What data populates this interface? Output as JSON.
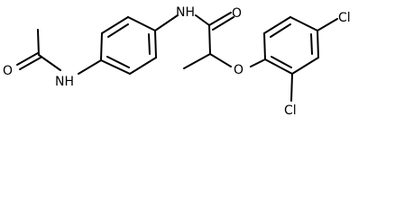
{
  "molecule": {
    "atoms": {
      "o_acetyl": "O",
      "nh_acetamide": "NH",
      "nh_amide": "NH",
      "o_carbonyl": "O",
      "o_ether": "O",
      "cl_top": "Cl",
      "cl_bottom": "Cl"
    },
    "colors": {
      "bond": "#000000",
      "text": "#000000",
      "background": "#ffffff"
    }
  }
}
